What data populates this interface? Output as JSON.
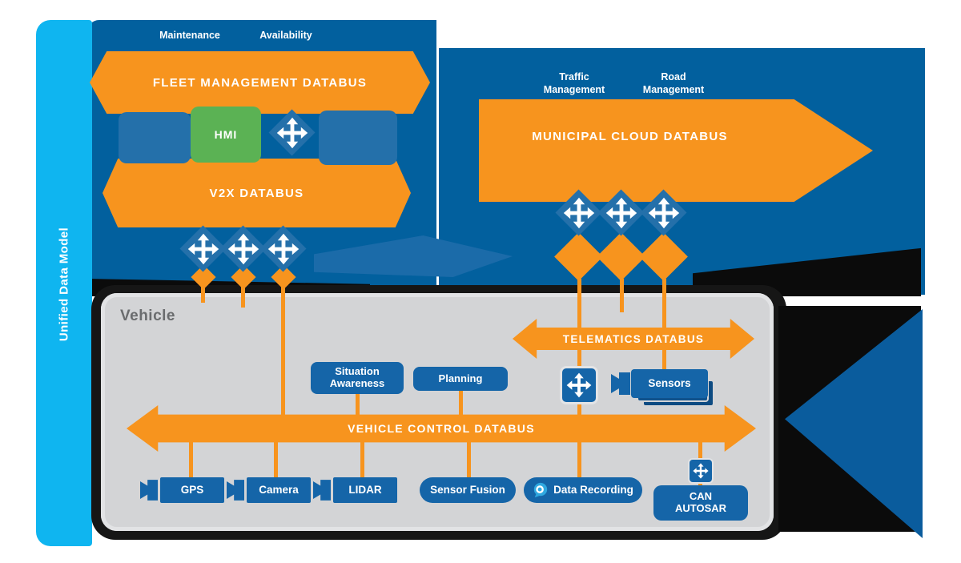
{
  "unified_data_model": "Unified Data Model",
  "fleet": {
    "maintenance": "Maintenance",
    "availability": "Availability",
    "databus": "FLEET MANAGEMENT DATABUS",
    "hmi": "HMI",
    "v2x_databus": "V2X DATABUS"
  },
  "municipal": {
    "traffic_line1": "Traffic",
    "traffic_line2": "Management",
    "road_line1": "Road",
    "road_line2": "Management",
    "databus": "MUNICIPAL CLOUD DATABUS"
  },
  "vehicle": {
    "title": "Vehicle",
    "telematics_databus": "TELEMATICS DATABUS",
    "control_databus": "VEHICLE CONTROL DATABUS",
    "situation_line1": "Situation",
    "situation_line2": "Awareness",
    "planning": "Planning",
    "sensors": "Sensors",
    "gps": "GPS",
    "camera": "Camera",
    "lidar": "LIDAR",
    "sensor_fusion": "Sensor Fusion",
    "data_recording": "Data Recording",
    "can_line1": "CAN",
    "can_line2": "AUTOSAR"
  },
  "icons": {
    "routing_service": "four-way-arrow",
    "sensor_camera": "camcorder",
    "data_recording": "bubble-lens"
  },
  "colors": {
    "orange": "#F7941E",
    "background_blue": "#02609E",
    "diamond_blue": "#2470AA",
    "component_blue": "#1565A8",
    "cyan": "#0FB5F0",
    "hmi_green": "#5BB254",
    "panel_gray": "#D3D4D6"
  }
}
